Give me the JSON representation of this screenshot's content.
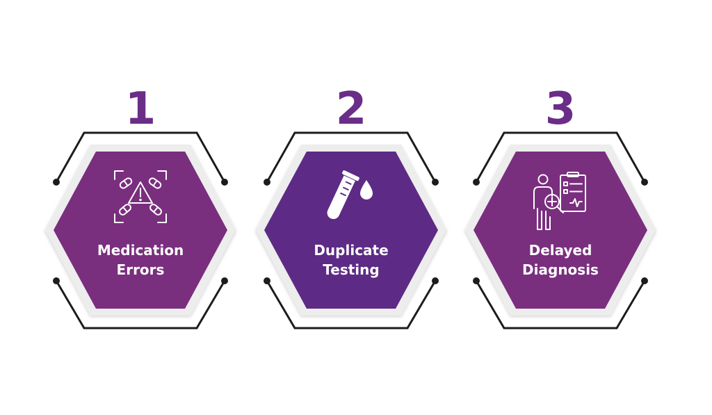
{
  "colors": {
    "number": "#6a2d88",
    "hex_fill_1": "#7a2e7e",
    "hex_fill_2": "#5d2a85",
    "hex_fill_3": "#7a2e7e",
    "outline": "#1c1c1c",
    "plate": "#ededed"
  },
  "steps": [
    {
      "number": "1",
      "label_line1": "Medication",
      "label_line2": "Errors",
      "icon": "medication-alert-icon"
    },
    {
      "number": "2",
      "label_line1": "Duplicate",
      "label_line2": "Testing",
      "icon": "test-tube-icon"
    },
    {
      "number": "3",
      "label_line1": "Delayed",
      "label_line2": "Diagnosis",
      "icon": "doctor-clipboard-icon"
    }
  ]
}
